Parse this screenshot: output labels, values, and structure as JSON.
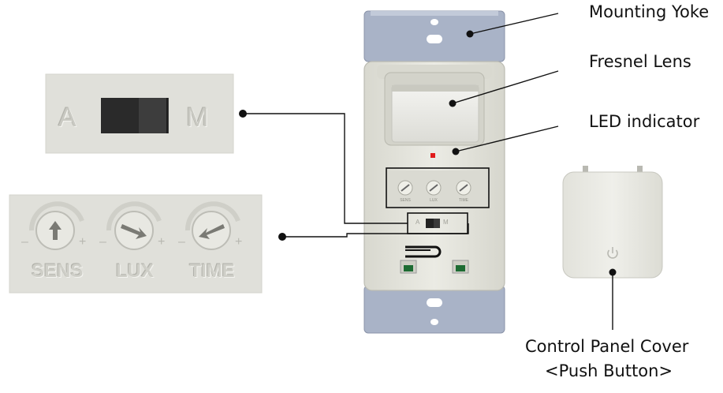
{
  "callouts": {
    "mounting_yoke": "Mounting Yoke",
    "fresnel_lens": "Fresnel Lens",
    "led_indicator": "LED indicator",
    "control_panel_cover": "Control Panel Cover",
    "push_button": "<Push Button>"
  },
  "mode_switch": {
    "left_label": "A",
    "right_label": "M"
  },
  "dials": [
    {
      "label": "SENS",
      "minus": "–",
      "plus": "+"
    },
    {
      "label": "LUX",
      "minus": "–",
      "plus": "+"
    },
    {
      "label": "TIME",
      "minus": "–",
      "plus": "+"
    }
  ],
  "device": {
    "small_dial_labels": [
      "SENS",
      "LUX",
      "TIME"
    ],
    "small_switch_left": "A",
    "small_switch_right": "M"
  },
  "colors": {
    "yoke": "#a9b3c7",
    "body": "#e4e4dc",
    "led": "#e01b1b",
    "callout_line": "#111111"
  },
  "icons": {
    "power": "power-icon",
    "arrows": [
      "arrow-up-icon",
      "arrow-down-right-icon",
      "arrow-down-left-icon"
    ]
  }
}
